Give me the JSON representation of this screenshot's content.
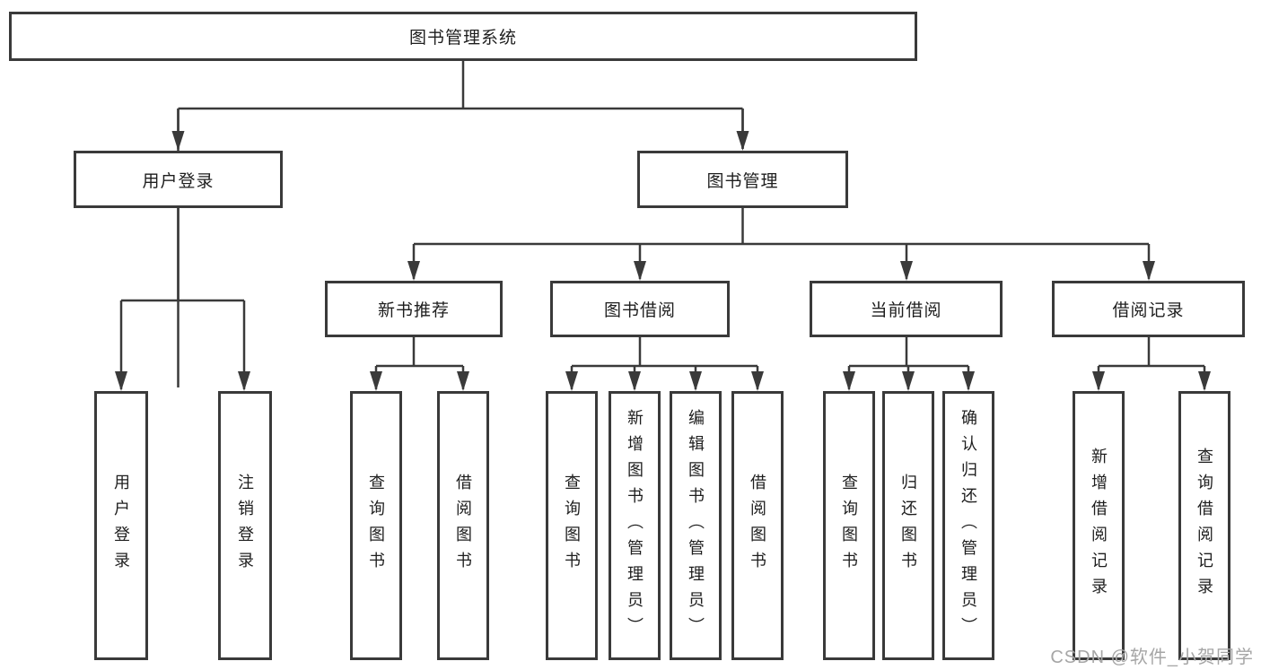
{
  "nodes": {
    "root": "图书管理系统",
    "user_login_branch": "用户登录",
    "book_management_branch": "图书管理",
    "new_book_recommend": "新书推荐",
    "book_borrow": "图书借阅",
    "current_borrow": "当前借阅",
    "borrow_record": "借阅记录",
    "leaf_user_login": "用户登录",
    "leaf_logout_login": "注销登录",
    "leaf_rec_query_book": "查询图书",
    "leaf_rec_borrow_book": "借阅图书",
    "leaf_bb_query_book": "查询图书",
    "leaf_bb_add_book": "新增图书（管理员）",
    "leaf_bb_edit_book": "编辑图书（管理员）",
    "leaf_bb_borrow_book": "借阅图书",
    "leaf_cb_query_book": "查询图书",
    "leaf_cb_return_book": "归还图书",
    "leaf_cb_confirm_return": "确认归还（管理员）",
    "leaf_br_add_record": "新增借阅记录",
    "leaf_br_query_record": "查询借阅记录"
  },
  "watermark": "CSDN @软件_小贺同学",
  "colors": {
    "line": "#3a3a3a",
    "text": "#1e1e1e",
    "watermark": "#a6a6a6",
    "background": "#ffffff"
  }
}
